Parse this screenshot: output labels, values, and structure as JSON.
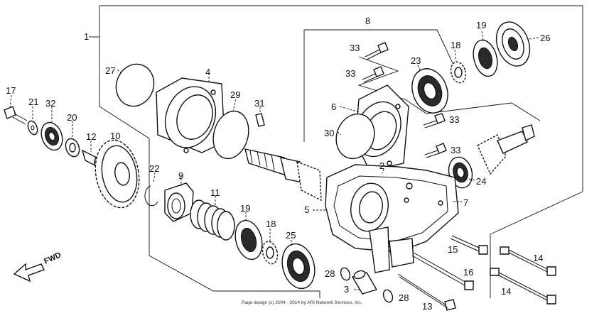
{
  "fwd_label": "FWD",
  "copyright": "Page design (c) 2004 - 2014 by ARI Network Services, Inc.",
  "callouts": {
    "c1": "1",
    "c2": "2",
    "c3": "3",
    "c4": "4",
    "c5": "5",
    "c6": "6",
    "c7": "7",
    "c8": "8",
    "c9": "9",
    "c10": "10",
    "c11": "11",
    "c12": "12",
    "c13": "13",
    "c14a": "14",
    "c14b": "14",
    "c15": "15",
    "c16": "16",
    "c17": "17",
    "c18a": "18",
    "c18b": "18",
    "c19a": "19",
    "c19b": "19",
    "c20": "20",
    "c21": "21",
    "c22": "22",
    "c23": "23",
    "c24": "24",
    "c25": "25",
    "c26": "26",
    "c27": "27",
    "c28a": "28",
    "c28b": "28",
    "c29": "29",
    "c30": "30",
    "c31": "31",
    "c32": "32",
    "c33a": "33",
    "c33b": "33",
    "c33c": "33",
    "c33d": "33"
  }
}
